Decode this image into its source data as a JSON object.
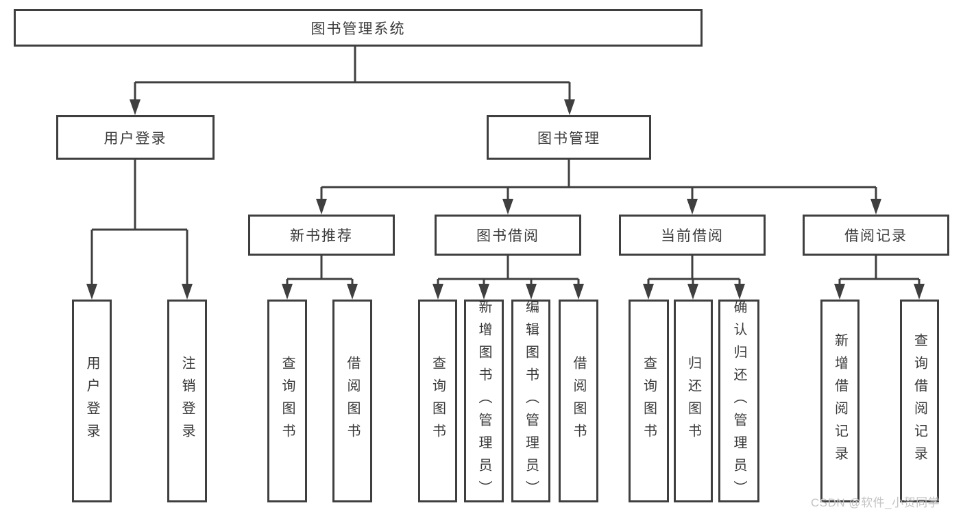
{
  "diagram": {
    "root": {
      "label": "图书管理系统"
    },
    "level2": [
      {
        "label": "用户登录"
      },
      {
        "label": "图书管理"
      }
    ],
    "level3": [
      {
        "label": "新书推荐"
      },
      {
        "label": "图书借阅"
      },
      {
        "label": "当前借阅"
      },
      {
        "label": "借阅记录"
      }
    ],
    "leaves": {
      "user_login": [
        "用户登录",
        "注销登录"
      ],
      "new_book": [
        "查询图书",
        "借阅图书"
      ],
      "book_borrow": [
        "查询图书",
        "新增图书（管理员）",
        "编辑图书（管理员）",
        "借阅图书"
      ],
      "current_borrow": [
        "查询图书",
        "归还图书",
        "确认归还（管理员）"
      ],
      "borrow_records": [
        "新增借阅记录",
        "查询借阅记录"
      ]
    },
    "watermark": "CSDN @软件_小贺同学",
    "colors": {
      "line": "#3f3f3f",
      "text": "#3a3a3a",
      "background": "#ffffff",
      "watermark": "#c4c4c4"
    }
  }
}
